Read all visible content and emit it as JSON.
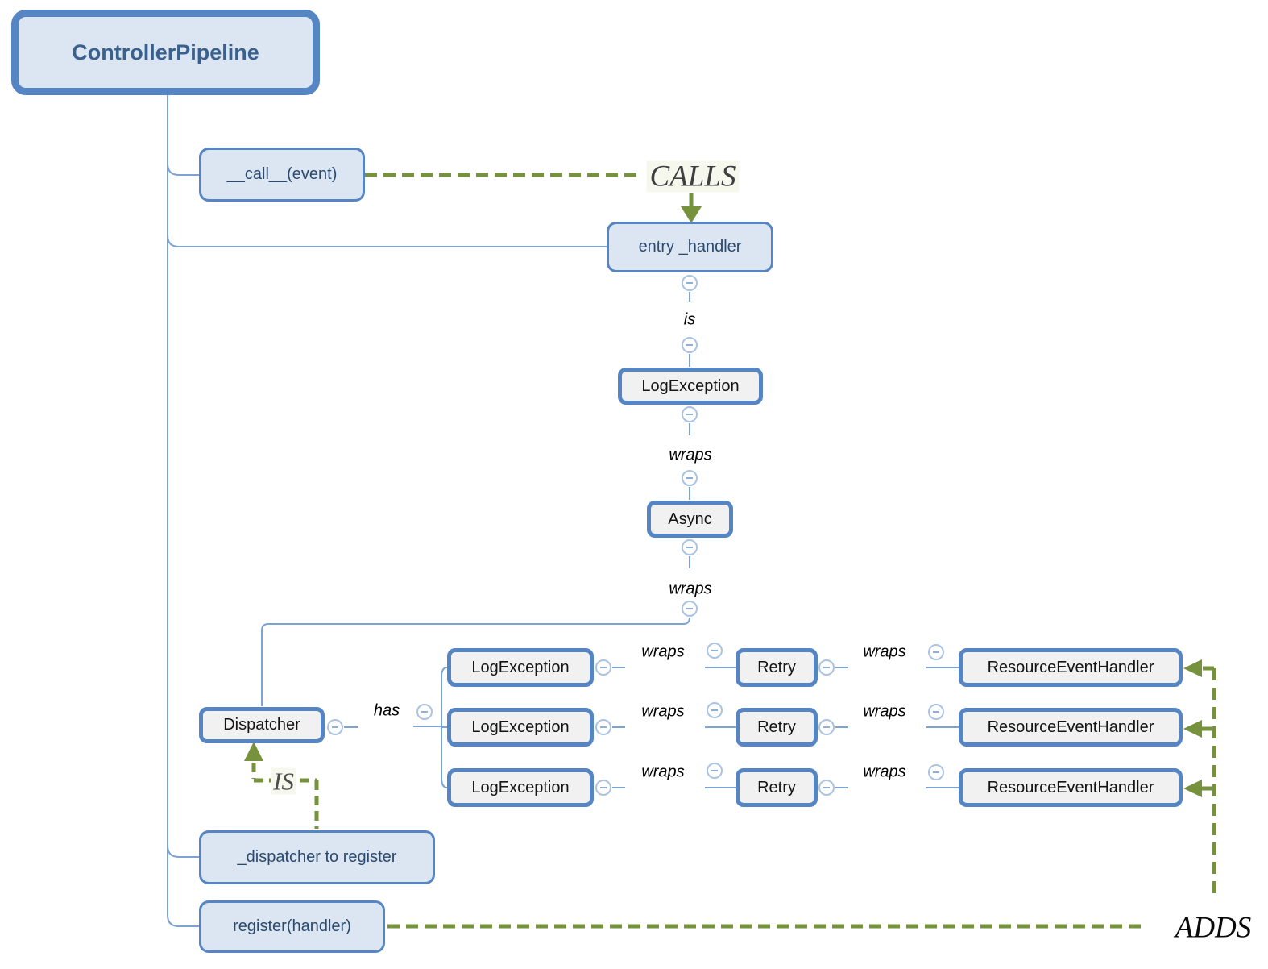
{
  "root": {
    "label": "ControllerPipeline"
  },
  "nodes": {
    "call_event": {
      "label": "__call__(event)"
    },
    "entry_handler": {
      "label": "entry _handler"
    },
    "log_exception": {
      "label": "LogException"
    },
    "async_wrapper": {
      "label": "Async"
    },
    "dispatcher": {
      "label": "Dispatcher"
    },
    "dispatcher_to_register": {
      "label": "_dispatcher to register"
    },
    "register_handler": {
      "label": "register(handler)"
    }
  },
  "edge_labels": {
    "is": "is",
    "wraps": "wraps",
    "has": "has"
  },
  "relationships": {
    "calls": "CALLS",
    "is_upper": "IS",
    "adds": "ADDS"
  },
  "pipeline_rows": [
    {
      "log": "LogException",
      "wraps_a": "wraps",
      "retry": "Retry",
      "wraps_b": "wraps",
      "handler": "ResourceEventHandler"
    },
    {
      "log": "LogException",
      "wraps_a": "wraps",
      "retry": "Retry",
      "wraps_b": "wraps",
      "handler": "ResourceEventHandler"
    },
    {
      "log": "LogException",
      "wraps_a": "wraps",
      "retry": "Retry",
      "wraps_b": "wraps",
      "handler": "ResourceEventHandler"
    }
  ],
  "colors": {
    "node_border_blue": "#5585c2",
    "node_fill_blue": "#dce6f2",
    "node_fill_gray": "#f1f1f1",
    "connector_blue": "#7ba3d4",
    "relation_green": "#76923c",
    "root_text": "#38618f",
    "blue_node_text": "#2b4a70",
    "gray_node_text": "#141414"
  }
}
